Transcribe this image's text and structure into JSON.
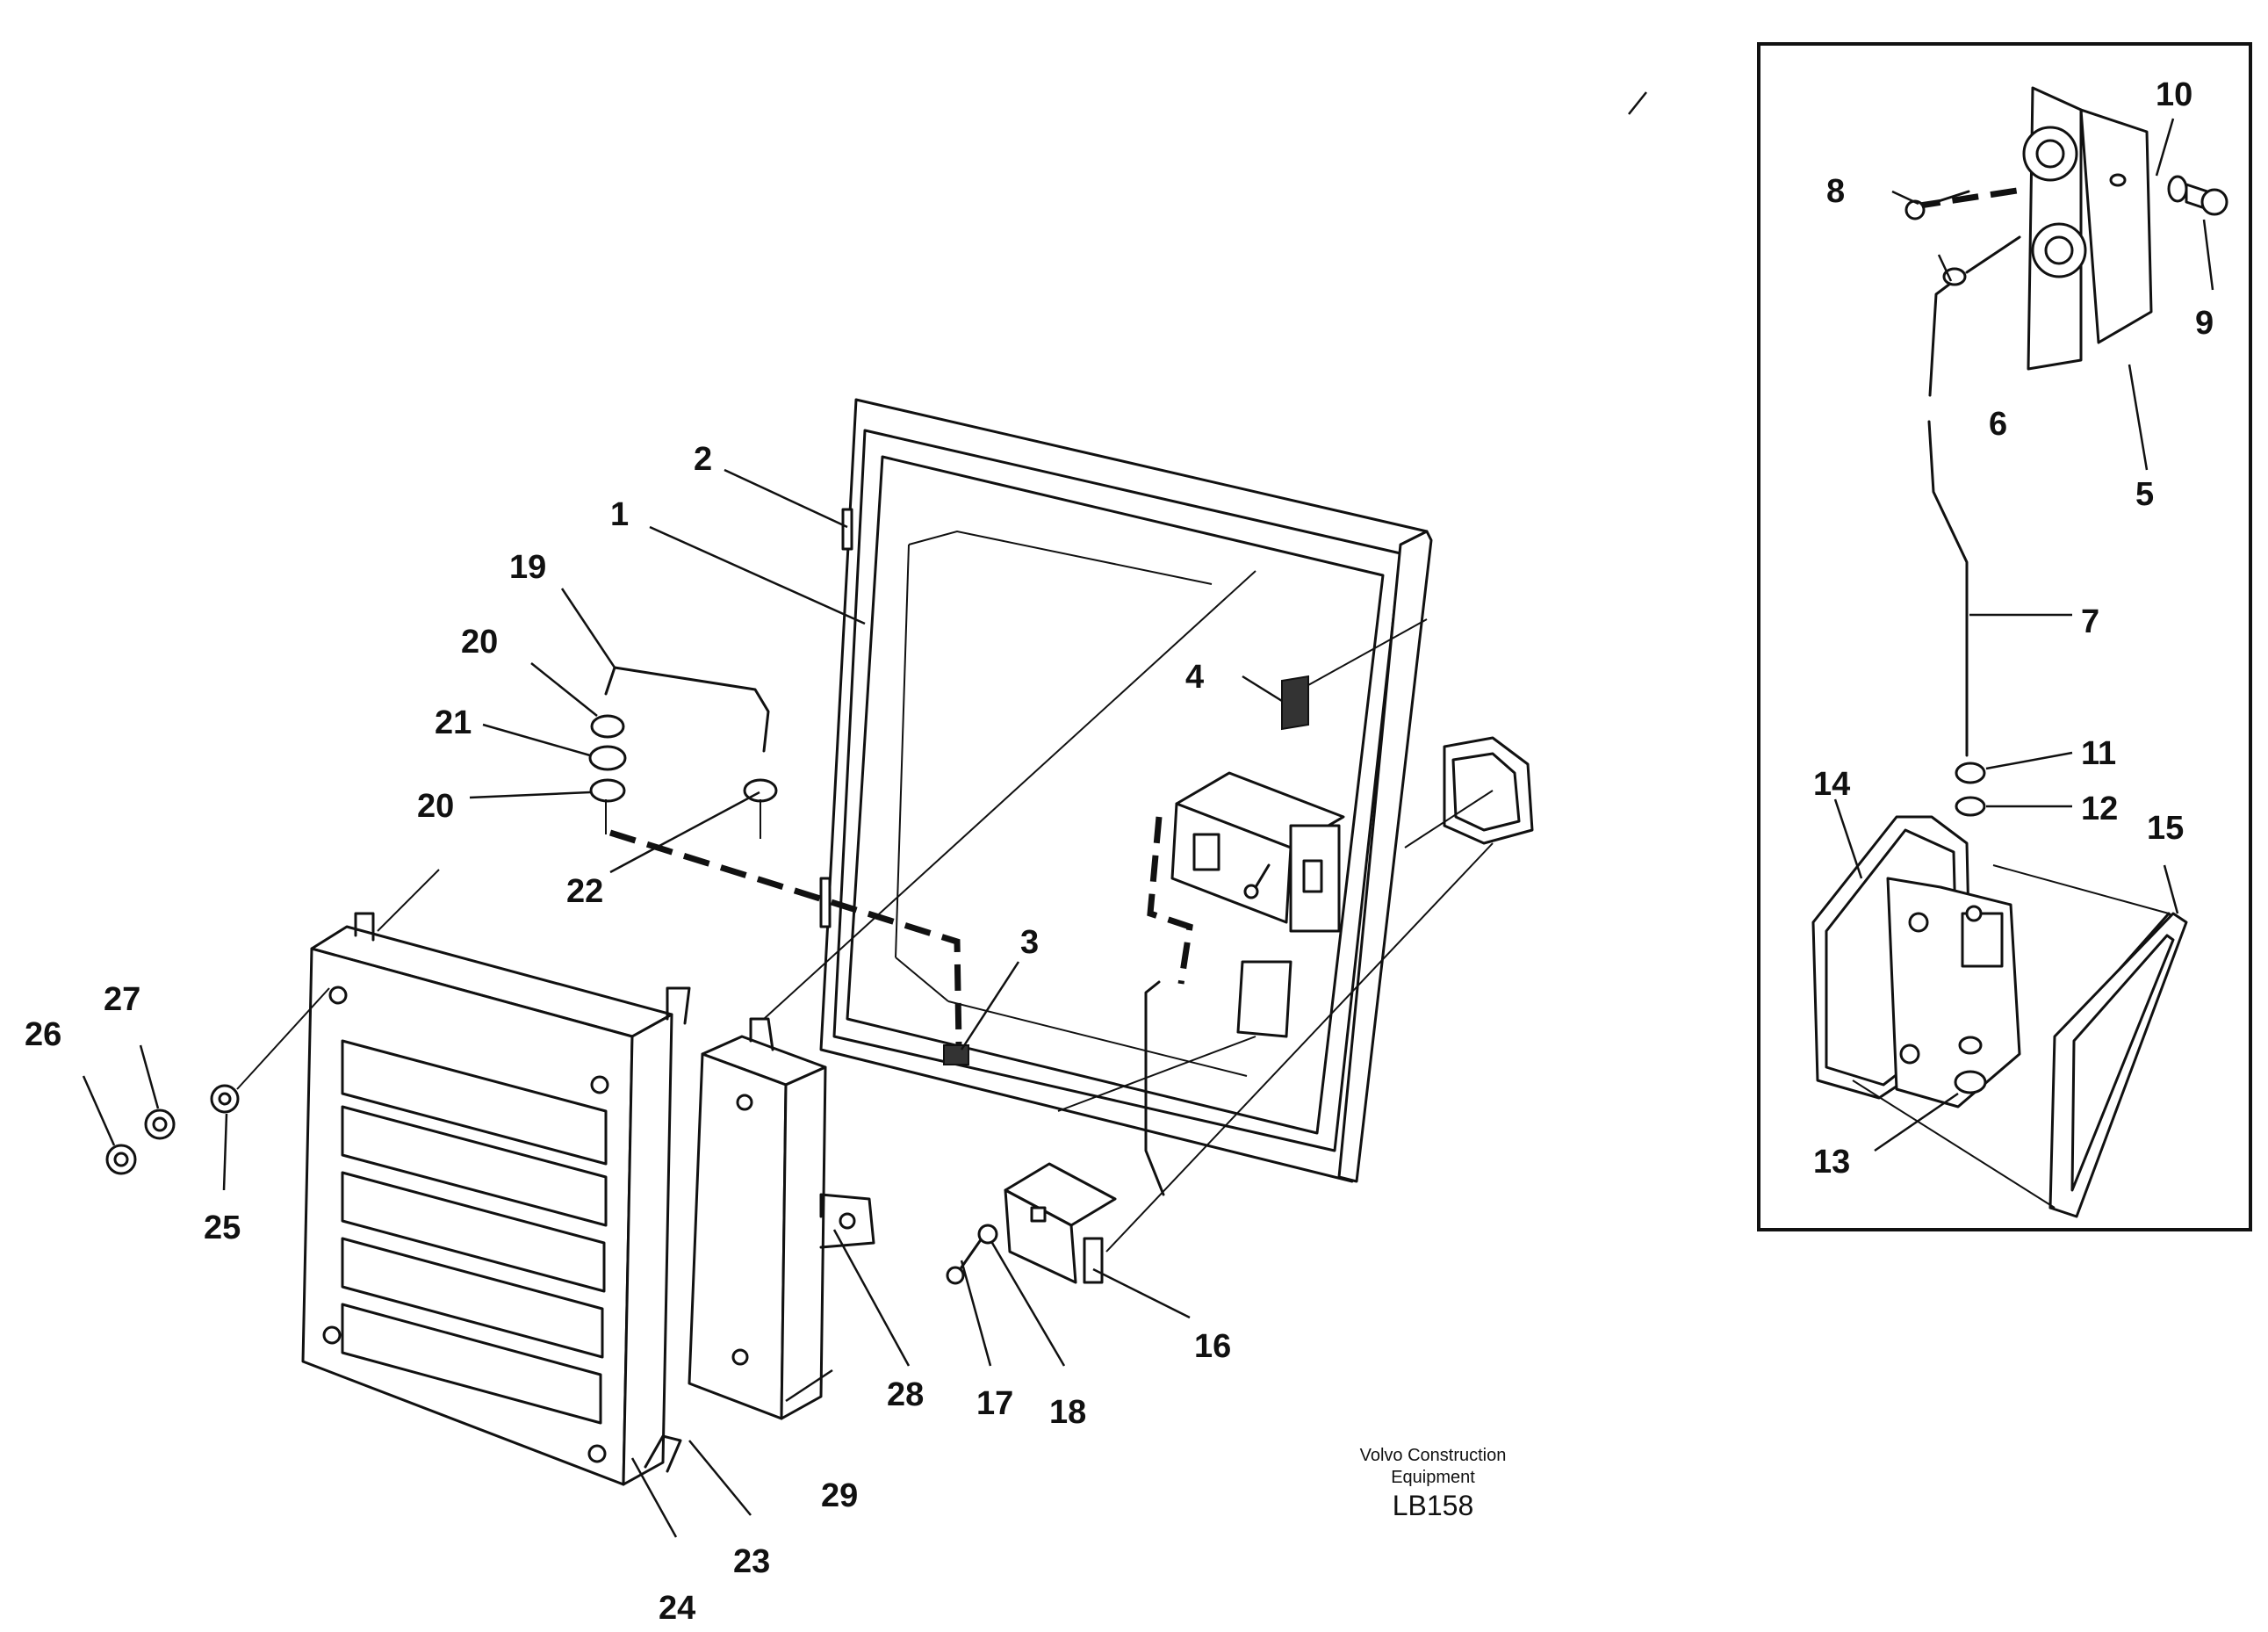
{
  "caption": {
    "line1": "Volvo Construction",
    "line2": "Equipment",
    "code": "LB158"
  },
  "callouts": [
    "1",
    "2",
    "3",
    "4",
    "5",
    "6",
    "7",
    "8",
    "9",
    "10",
    "11",
    "12",
    "13",
    "14",
    "15",
    "16",
    "17",
    "18",
    "19",
    "20",
    "20",
    "21",
    "22",
    "23",
    "24",
    "25",
    "26",
    "27",
    "28",
    "29"
  ]
}
